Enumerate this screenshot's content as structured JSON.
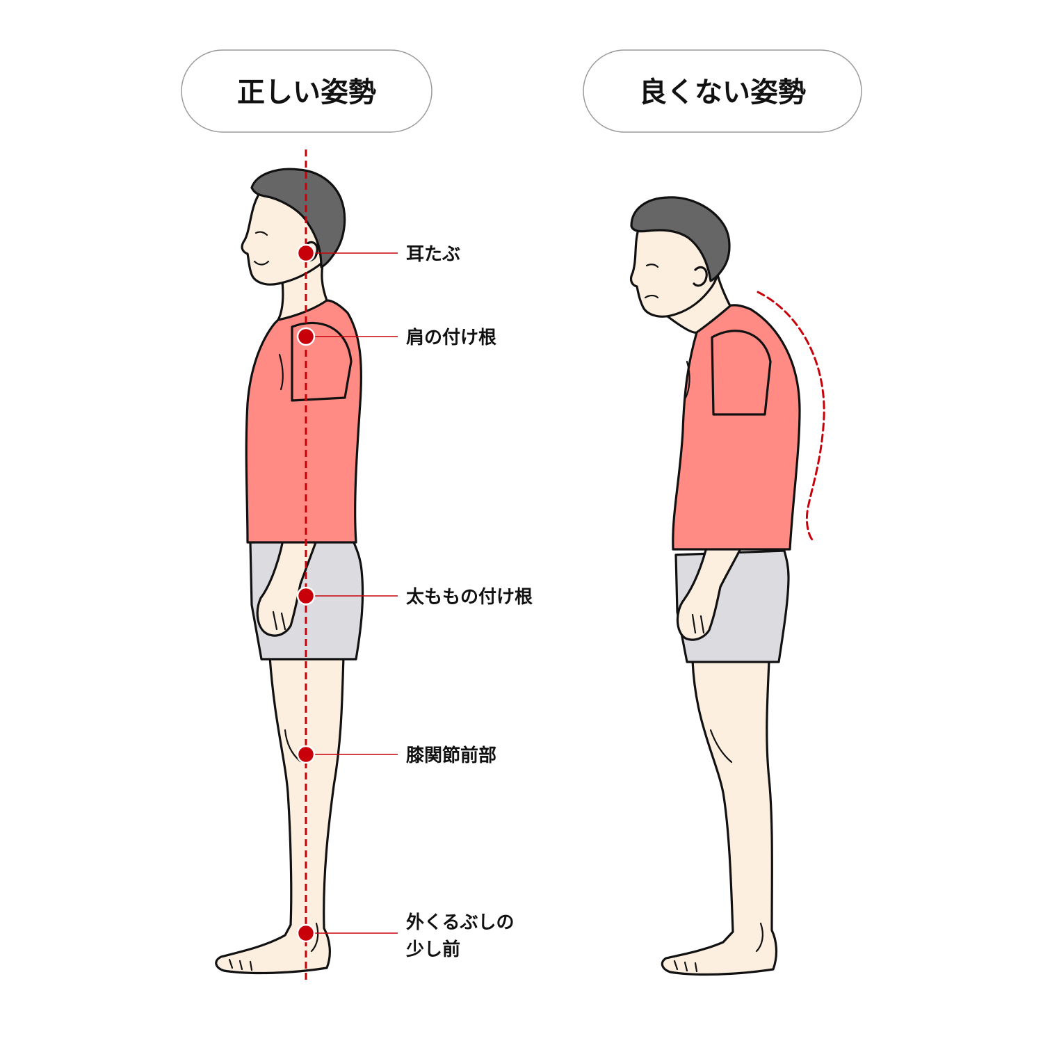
{
  "headers": {
    "good": "正しい姿勢",
    "bad": "良くない姿勢"
  },
  "labels": [
    {
      "id": "earlobe",
      "lines": [
        "耳たぶ"
      ]
    },
    {
      "id": "shoulder",
      "lines": [
        "肩の付け根"
      ]
    },
    {
      "id": "hip",
      "lines": [
        "太ももの付け根"
      ]
    },
    {
      "id": "knee",
      "lines": [
        "膝関節前部"
      ]
    },
    {
      "id": "ankle",
      "lines": [
        "外くるぶしの",
        "少し前"
      ]
    }
  ],
  "colors": {
    "accent": "#c8000a",
    "shirt": "#ff8b84",
    "shorts": "#dcdbdf",
    "skin": "#fcefe0",
    "hair": "#666666",
    "pill_border": "#9a9a9a"
  }
}
